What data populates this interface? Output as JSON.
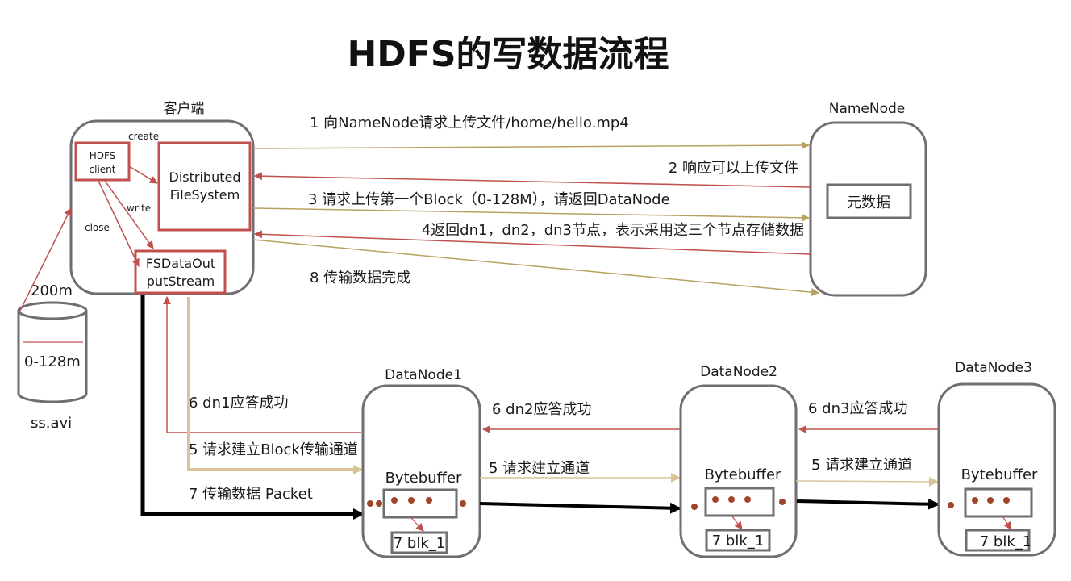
{
  "title": "HDFS的写数据流程",
  "client": {
    "label": "客户端",
    "hdfs_client_line1": "HDFS",
    "hdfs_client_line2": "client",
    "dfs_line1": "Distributed",
    "dfs_line2": "FileSystem",
    "fsdos_line1": "FSDataOut",
    "fsdos_line2": "putStream",
    "create": "create",
    "write": "write",
    "close": "close"
  },
  "file": {
    "size": "200m",
    "block": "0-128m",
    "name": "ss.avi"
  },
  "namenode": {
    "label": "NameNode",
    "metadata": "元数据"
  },
  "steps": {
    "s1": "1 向NameNode请求上传文件/home/hello.mp4",
    "s2": "2 响应可以上传文件",
    "s3": "3 请求上传第一个Block（0-128M），请返回DataNode",
    "s4": "4返回dn1，dn2，dn3节点，表示采用这三个节点存储数据",
    "s8": "8 传输数据完成",
    "s6_dn1": "6 dn1应答成功",
    "s5_dn1": "5 请求建立Block传输通道",
    "s7": "7 传输数据  Packet",
    "s6_dn2": "6 dn2应答成功",
    "s5_dn2": "5 请求建立通道",
    "s6_dn3": "6 dn3应答成功",
    "s5_dn3": "5 请求建立通道"
  },
  "datanodes": [
    {
      "label": "DataNode1",
      "buffer": "Bytebuffer",
      "blk": "7 blk_1"
    },
    {
      "label": "DataNode2",
      "buffer": "Bytebuffer",
      "blk": "7 blk_1"
    },
    {
      "label": "DataNode3",
      "buffer": "Bytebuffer",
      "blk": "7 blk_1"
    }
  ],
  "colors": {
    "node_border": "#6e6e73",
    "client_box": "#c0504d",
    "arrow_gold": "#b8a060",
    "arrow_red": "#c0504d",
    "arrow_tan": "#d9c49a",
    "packet_dot": "#a0452a"
  }
}
